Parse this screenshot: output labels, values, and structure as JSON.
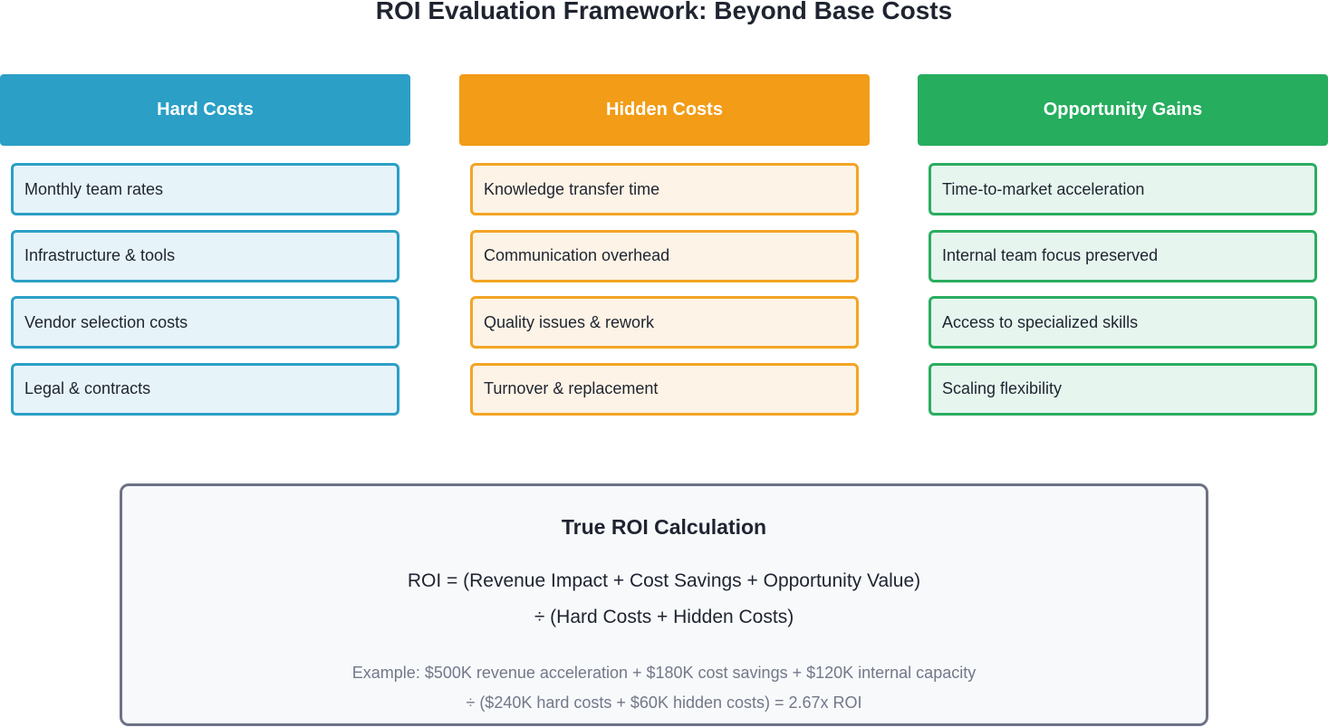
{
  "title": "ROI Evaluation Framework: Beyond Base Costs",
  "columns": {
    "hard": {
      "header": "Hard Costs",
      "color": "#2b9fc6",
      "items": [
        "Monthly team rates",
        "Infrastructure & tools",
        "Vendor selection costs",
        "Legal & contracts"
      ]
    },
    "hidden": {
      "header": "Hidden Costs",
      "color": "#f29c17",
      "items": [
        "Knowledge transfer time",
        "Communication overhead",
        "Quality issues & rework",
        "Turnover & replacement"
      ]
    },
    "gains": {
      "header": "Opportunity Gains",
      "color": "#26ad5e",
      "items": [
        "Time-to-market acceleration",
        "Internal team focus preserved",
        "Access to specialized skills",
        "Scaling flexibility"
      ]
    }
  },
  "roi": {
    "title": "True ROI Calculation",
    "formula_line1": "ROI = (Revenue Impact + Cost Savings + Opportunity Value)",
    "formula_line2": "÷ (Hard Costs + Hidden Costs)",
    "example_line1": "Example: $500K revenue acceleration + $180K cost savings + $120K internal capacity",
    "example_line2": "÷ ($240K hard costs + $60K hidden costs) = 2.67x ROI"
  }
}
